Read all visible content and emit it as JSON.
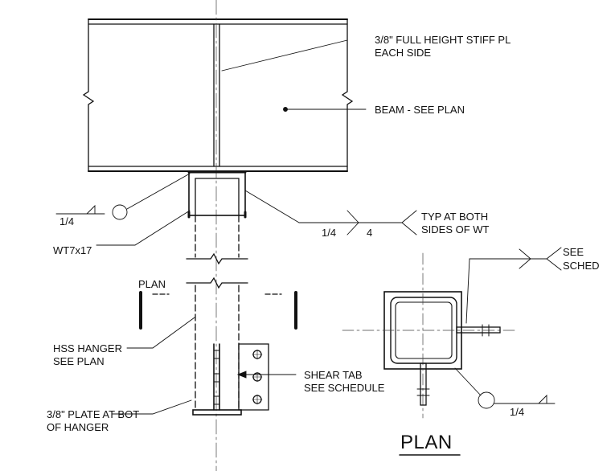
{
  "labels": {
    "stiff_pl_line1": "3/8\" FULL HEIGHT STIFF PL",
    "stiff_pl_line2": "EACH SIDE",
    "beam": "BEAM - SEE PLAN",
    "weld_size_left": "1/4",
    "wt_section": "WT7x17",
    "weld_size_mid": "1/4",
    "weld_length_mid": "4",
    "typ_line1": "TYP AT BOTH",
    "typ_line2": "SIDES OF WT",
    "see": "SEE",
    "sched": "SCHED",
    "plan_cut": "PLAN",
    "hss_line1": "HSS HANGER",
    "hss_line2": "SEE PLAN",
    "shear_line1": "SHEAR TAB",
    "shear_line2": "SEE SCHEDULE",
    "plate_line1": "3/8\" PLATE AT BOT",
    "plate_line2": "OF HANGER",
    "weld_size_plan": "1/4",
    "plan_title": "PLAN"
  },
  "colors": {
    "ink": "#111111",
    "dash": "#666666"
  }
}
